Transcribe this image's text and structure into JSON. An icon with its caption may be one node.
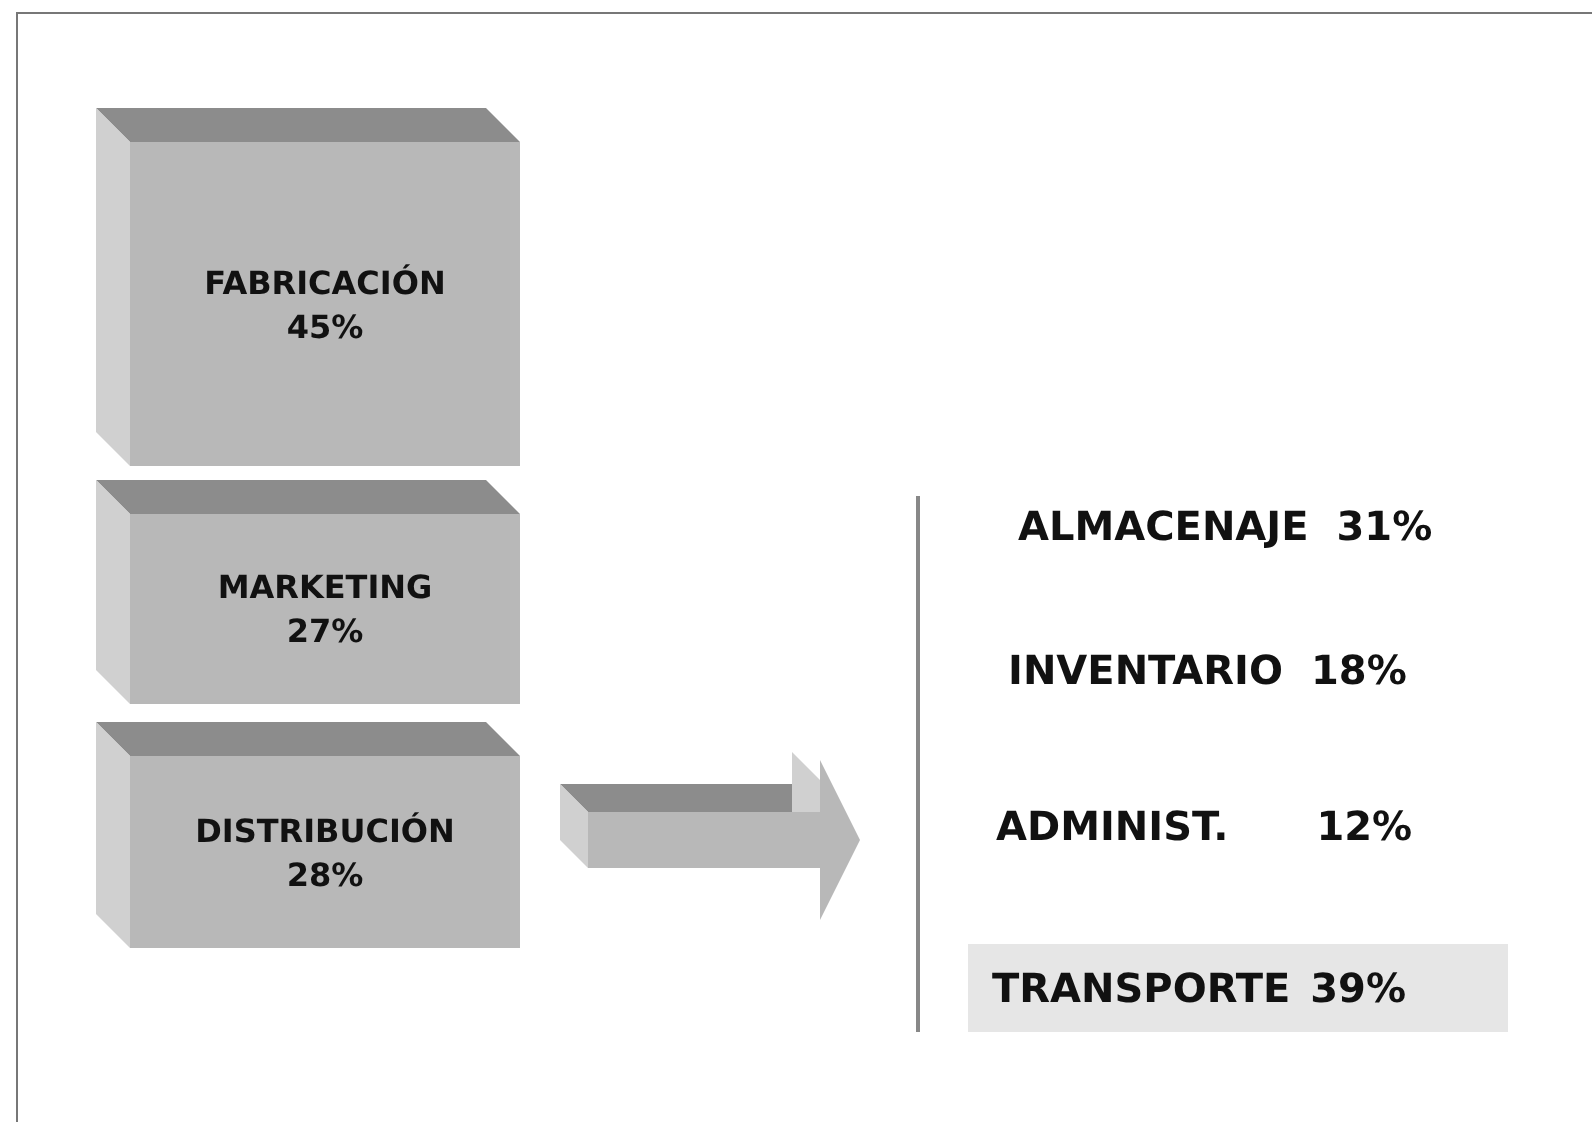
{
  "diagram": {
    "nodes": [
      {
        "text": [
          "FABRICACIÓN",
          "45%"
        ]
      },
      {
        "text": [
          "MARKETING",
          "27%"
        ]
      },
      {
        "text": [
          "DISTRIBUCIÓN",
          "28%"
        ]
      },
      {
        "text": [],
        "shape": "box"
      },
      {
        "text": [
          "ALMACENAJE",
          "31%"
        ],
        "in": 3
      },
      {
        "text": [
          "INVENTARIO",
          "18%"
        ],
        "in": 3
      },
      {
        "text": [
          "ADMINIST.",
          "12%"
        ],
        "in": 3
      },
      {
        "text": [
          "TRANSPORTE",
          "39%"
        ],
        "in": 3
      }
    ],
    "edges": [
      {
        "from": 2,
        "to": 3,
        "arrow": "to"
      }
    ]
  }
}
